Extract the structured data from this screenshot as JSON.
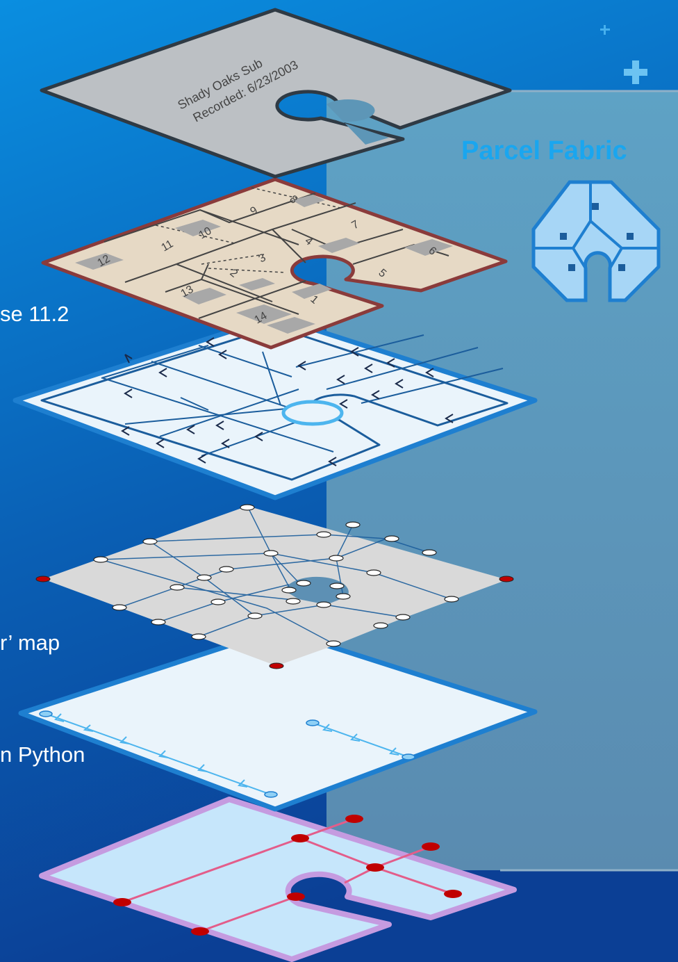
{
  "panel": {
    "title": "Parcel Fabric"
  },
  "side_text": {
    "line1": "se 11.2",
    "line2": "r’ map",
    "line3": "n Python"
  },
  "plat_layer": {
    "name": "Shady Oaks Sub",
    "recorded": "Recorded: 6/23/2003"
  },
  "lots_layer": {
    "lots": [
      "1",
      "2",
      "3",
      "4",
      "5",
      "6",
      "7",
      "8",
      "9",
      "10",
      "11",
      "12",
      "13",
      "14"
    ]
  },
  "icons": [
    "plus-icon",
    "parcel-fabric-icon"
  ],
  "colors": {
    "background": "#0a5fb4",
    "panel": "#5d96b7",
    "title": "#1aa6ef",
    "plat_fill": "#bcc0c4",
    "lots_fill": "#e6d9c5",
    "lots_border": "#8a3b3b",
    "lines_border": "#1e7fd0",
    "lines_fill": "#eaf4fb",
    "points_fill": "#d9d9d9",
    "control_point": "#c00000",
    "records_border": "#c59be0",
    "records_fill": "#c6e6fb",
    "records_lines": "#e35d8a"
  }
}
